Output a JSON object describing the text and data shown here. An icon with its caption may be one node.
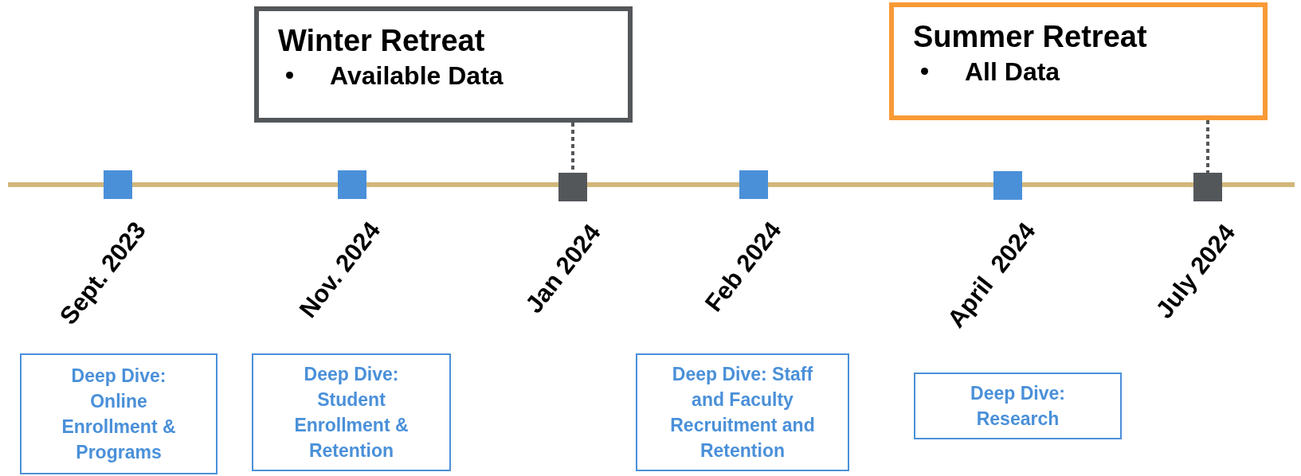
{
  "diagram": {
    "nodes": [
      {
        "text": [
          "Winter Retreat",
          "Available Data"
        ]
      },
      {
        "text": [
          "Summer Retreat",
          "All Data"
        ]
      },
      {
        "text": [],
        "shape": "box",
        "beside": [
          "Sept. 2023"
        ]
      },
      {
        "text": [],
        "shape": "box",
        "beside": [
          "Nov. 2024"
        ]
      },
      {
        "text": [],
        "shape": "box",
        "beside": [
          "Jan 2024"
        ]
      },
      {
        "text": [],
        "shape": "box",
        "beside": [
          "Feb 2024"
        ]
      },
      {
        "text": [],
        "shape": "box",
        "beside": [
          "April  2024"
        ]
      },
      {
        "text": [],
        "shape": "box",
        "beside": [
          "July 2024"
        ]
      },
      {
        "text": [
          "Deep Dive: Online Enrollment & Programs"
        ]
      },
      {
        "text": [
          "Deep Dive: Student Enrollment & Retention"
        ]
      },
      {
        "text": [
          "Deep Dive: Staff and Faculty Recruitment and Retention"
        ]
      },
      {
        "text": [
          "Deep Dive: Research"
        ]
      }
    ],
    "edges": [
      {
        "from": 0,
        "to": 4,
        "arrow": "none",
        "style": "dashed"
      },
      {
        "from": 1,
        "to": 7,
        "arrow": "none",
        "style": "dashed"
      }
    ]
  }
}
